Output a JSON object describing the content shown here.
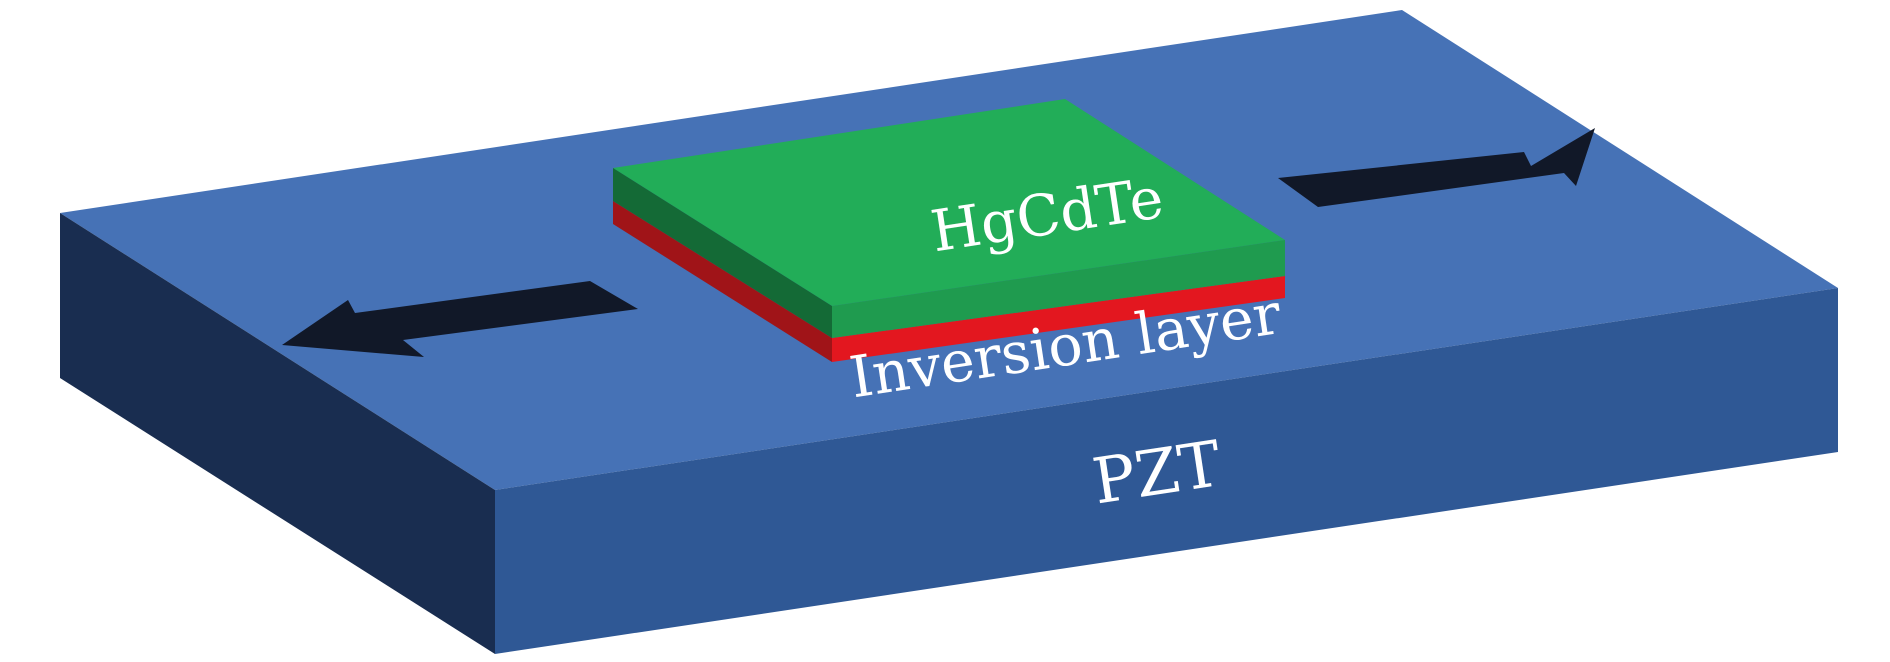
{
  "labels": {
    "film": "HgCdTe",
    "interface": "Inversion layer",
    "substrate": "PZT"
  },
  "colors": {
    "substrate_top": "#4672b6",
    "substrate_front": "#2f5895",
    "substrate_left": "#192d50",
    "film_top": "#22ad58",
    "film_front": "#1f9b4f",
    "film_left": "#146a36",
    "inversion_layer": "#e3171f",
    "inversion_layer_dark": "#a01418",
    "arrow": "#111828",
    "label_text": "#ffffff"
  }
}
